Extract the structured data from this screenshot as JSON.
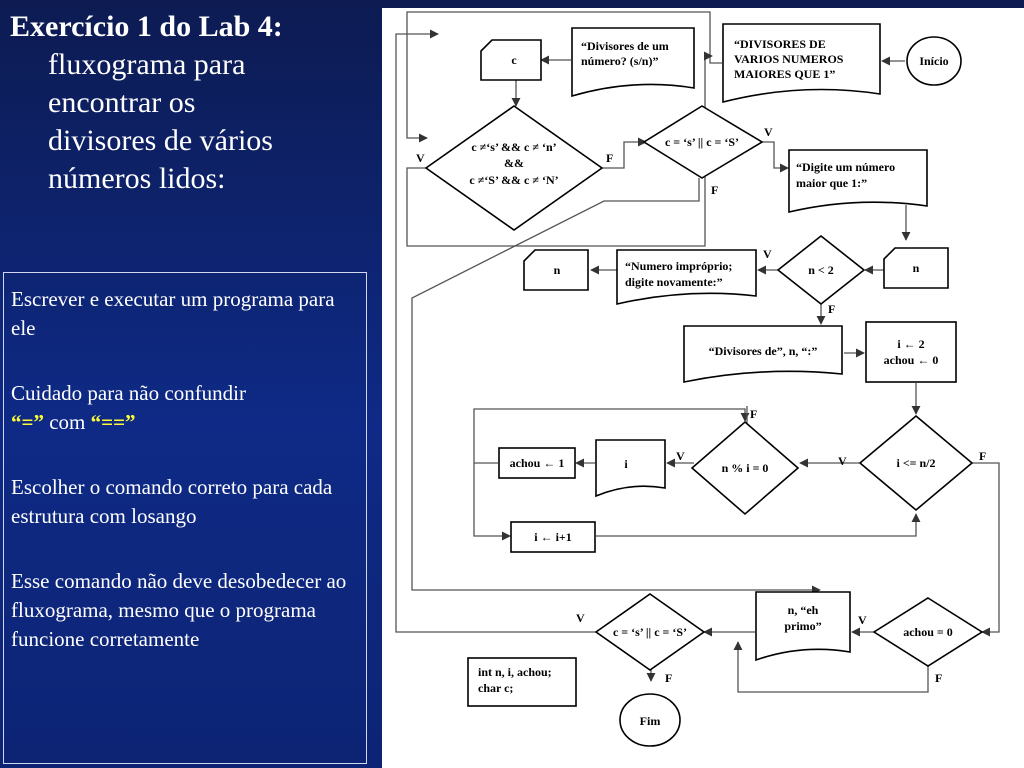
{
  "title": {
    "main": "Exercício 1 do Lab 4:",
    "sub_lines": [
      "fluxograma para",
      "encontrar os",
      "divisores de vários",
      "números lidos:"
    ]
  },
  "notes": {
    "p1": "Escrever e executar um programa para ele",
    "p2_a": "Cuidado para não confundir",
    "p2_eq1": "“=”",
    "p2_com": "com",
    "p2_eq2": "“==”",
    "p3": "Escolher o comando correto para cada estrutura com losango",
    "p4": "Esse comando não deve desobedecer ao fluxograma, mesmo que o programa funcione corretamente"
  },
  "flow": {
    "inicio": "Início",
    "print_header": [
      "“DIVISORES DE",
      "VARIOS NUMEROS",
      "MAIORES QUE 1”"
    ],
    "prompt_more": [
      "“Divisores de um",
      "número? (s/n)”"
    ],
    "read_c": "c",
    "check_c": [
      "c ≠‘s’ && c ≠ ‘n’",
      "&&",
      "c ≠‘S’ && c ≠ ‘N’"
    ],
    "test_s": "c = ‘s’ || c = ‘S’",
    "prompt_num": [
      "“Digite um número",
      "maior que 1:”"
    ],
    "read_n": "n",
    "test_n": "n < 2",
    "improper": [
      "“Numero impróprio;",
      "digite novamente:”"
    ],
    "read_n2": "n",
    "print_divs": "“Divisores de”, n, “:”",
    "init": [
      "i ← 2",
      "achou ← 0"
    ],
    "test_loop": "i <= n/2",
    "test_mod": "n % i = 0",
    "print_i": "i",
    "set_achou": "achou ← 1",
    "incr": "i ← i+1",
    "test_achou": "achou = 0",
    "print_prime": [
      "n, “eh",
      "primo”"
    ],
    "test_s2": "c = ‘s’ || c = ‘S’",
    "fim": "Fim",
    "decl": [
      "int n, i, achou;",
      "char c;"
    ],
    "label_v": "V",
    "label_f": "F"
  }
}
